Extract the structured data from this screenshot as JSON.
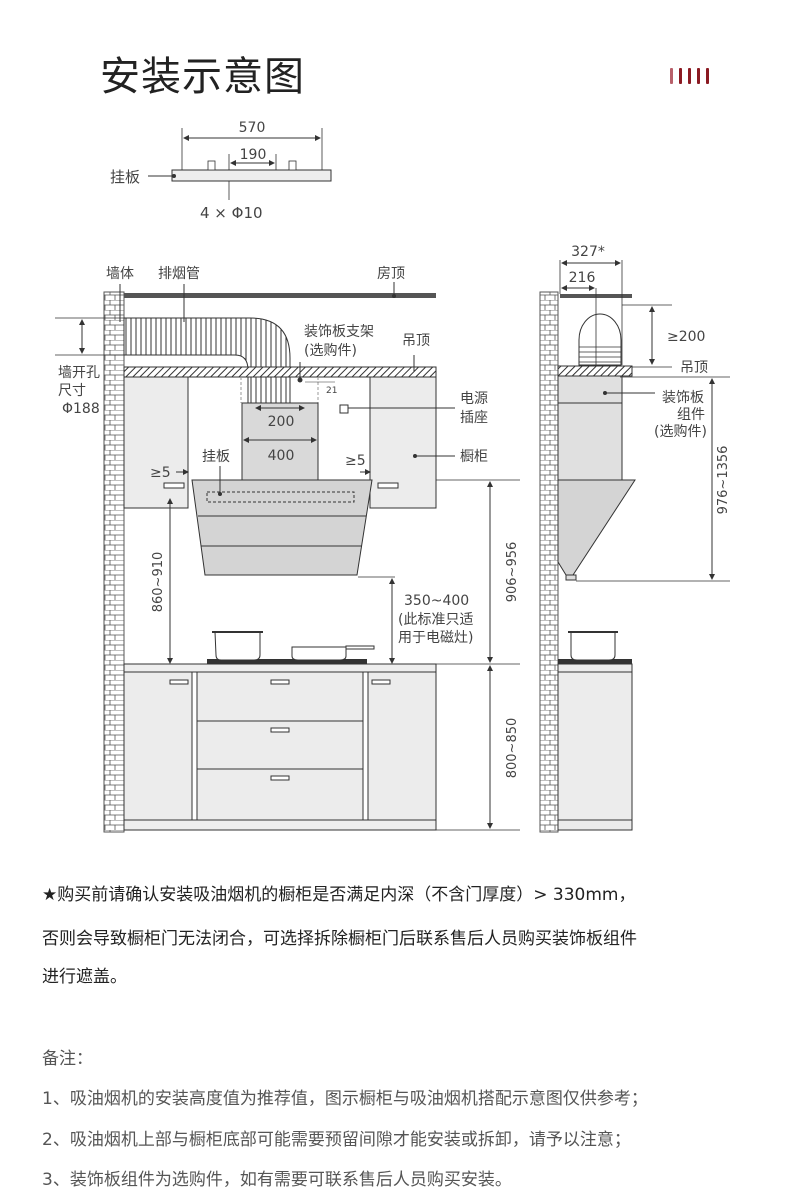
{
  "title": "安装示意图",
  "hanging_board": {
    "label": "挂板",
    "width": "570",
    "spacing": "190",
    "holes": "4 × Φ10"
  },
  "front_view": {
    "wall": "墙体",
    "duct": "排烟管",
    "roof": "房顶",
    "bracket": "装饰板支架",
    "bracket_note": "(选购件)",
    "ceiling": "吊顶",
    "hole_l1": "墙开孔",
    "hole_l2": "尺寸",
    "hole_l3": "Φ188",
    "gap21": "21",
    "w200": "200",
    "w400": "400",
    "socket_l1": "电源",
    "socket_l2": "插座",
    "board": "挂板",
    "cabinet": "橱柜",
    "gap_left": "≥5",
    "gap_right": "≥5",
    "h_860": "860~910",
    "h_906": "906~956",
    "h_800": "800~850",
    "h_350": "350~400",
    "h_350_n1": "(此标准只适",
    "h_350_n2": "用于电磁灶)"
  },
  "side_view": {
    "depth": "327*",
    "duct_depth": "216",
    "min_gap": "≥200",
    "ceiling": "吊顶",
    "panel_l1": "装饰板",
    "panel_l2": "组件",
    "panel_l3": "(选购件)",
    "height": "976~1356"
  },
  "notice": {
    "line1": "★购买前请确认安装吸油烟机的橱柜是否满足内深（不含门厚度）> 330mm，",
    "line2": "否则会导致橱柜门无法闭合，可选择拆除橱柜门后联系售后人员购买装饰板组件",
    "line3": "进行遮盖。"
  },
  "remarks": {
    "heading": "备注：",
    "items": [
      "1、吸油烟机的安装高度值为推荐值，图示橱柜与吸油烟机搭配示意图仅供参考；",
      "2、吸油烟机上部与橱柜底部可能需要预留间隙才能安装或拆卸，请予以注意；",
      "3、装饰板组件为选购件，如有需要可联系售后人员购买安装。"
    ]
  },
  "colors": {
    "accent": "#8b1a22",
    "panel": "#e6e6e6",
    "hood": "#d4d4d4",
    "line": "#333333"
  }
}
